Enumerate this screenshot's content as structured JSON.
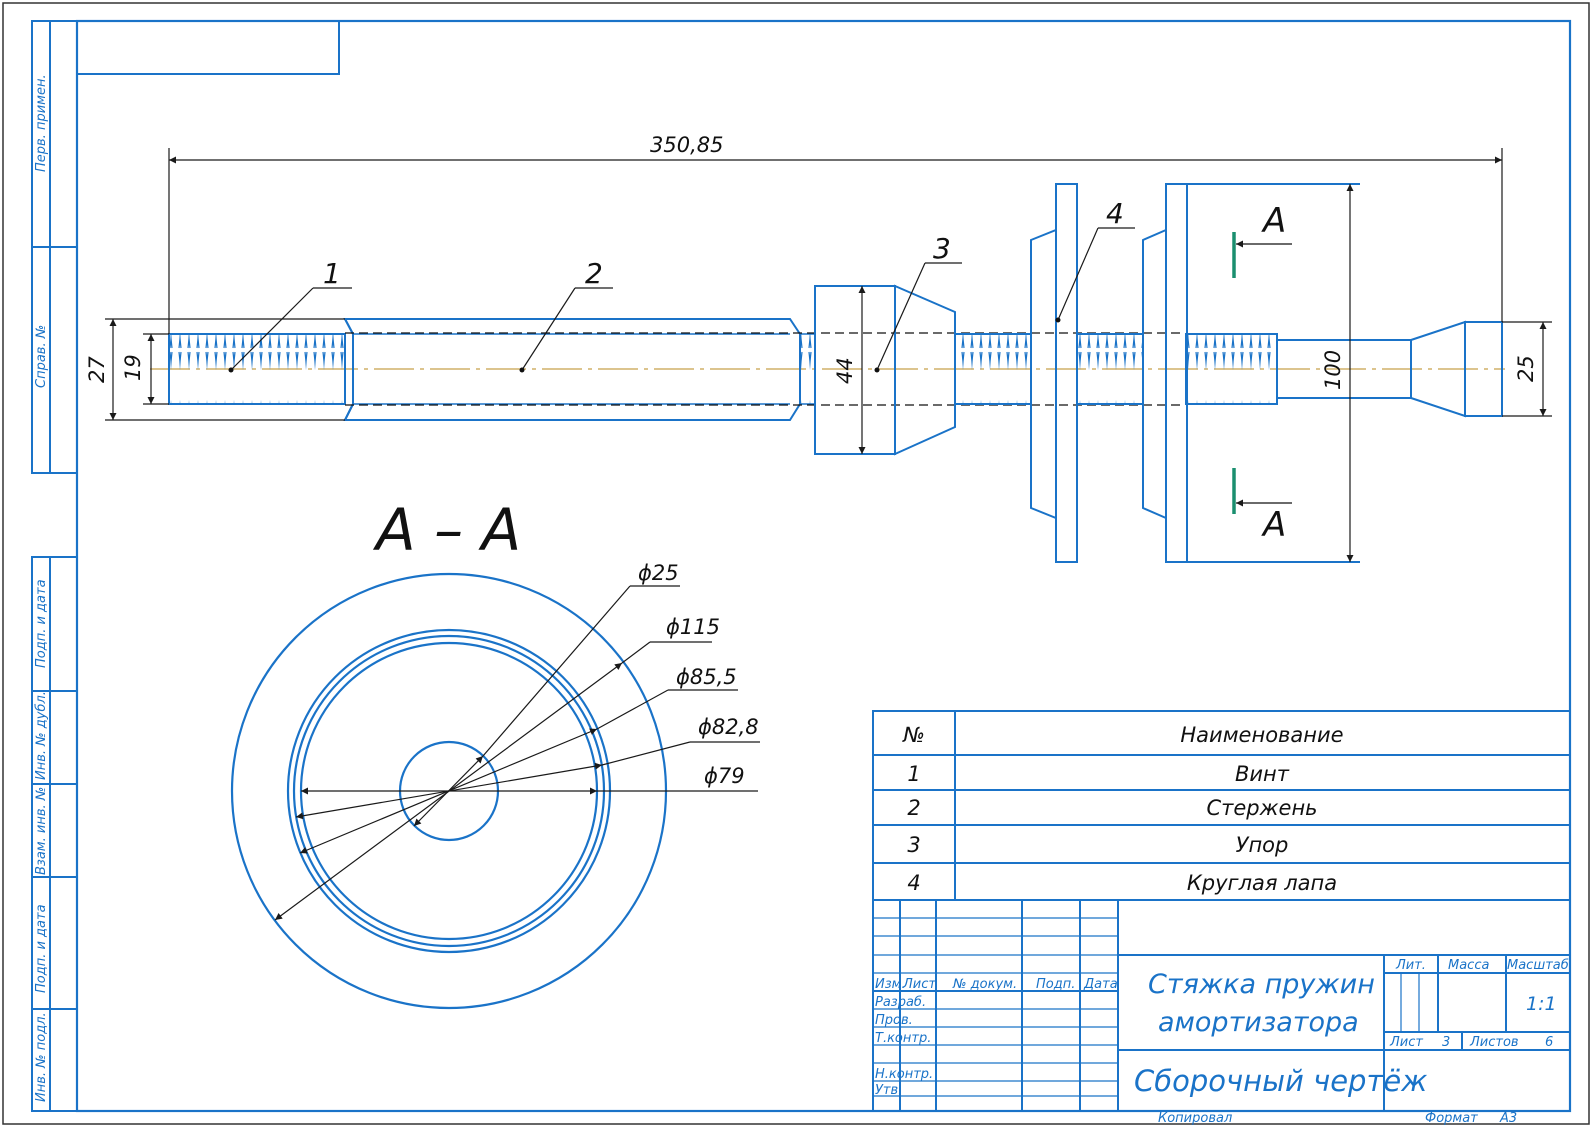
{
  "colors": {
    "line": "#1a73c8",
    "dim": "#1a1a1a",
    "axis": "#c8a04a",
    "cutmark": "#1a8f6f"
  },
  "side_stamp": {
    "perv_primen": "Перв. примен.",
    "sprav_no": "Справ. №",
    "podp_data_1": "Подп. и дата",
    "inv_dubl": "Инв. № дубл.",
    "vzam_inv": "Взам. инв. №",
    "podp_data_2": "Подп. и дата",
    "inv_podl": "Инв. № подл."
  },
  "drawing": {
    "overall_length": "350,85",
    "dia_27": "27",
    "dia_19": "19",
    "dia_44": "44",
    "dia_100": "100",
    "dia_25": "25",
    "callouts": [
      "1",
      "2",
      "3",
      "4"
    ],
    "section_mark": "А",
    "section_title": "А – А",
    "section_dims": [
      "ϕ25",
      "ϕ115",
      "ϕ85,5",
      "ϕ82,8",
      "ϕ79"
    ]
  },
  "parts_table": {
    "header_no": "№",
    "header_name": "Наименование",
    "rows": [
      {
        "no": "1",
        "name": "Винт"
      },
      {
        "no": "2",
        "name": "Стержень"
      },
      {
        "no": "3",
        "name": "Упор"
      },
      {
        "no": "4",
        "name": "Круглая лапа"
      }
    ]
  },
  "title_block": {
    "col_izm": "Изм.",
    "col_list": "Лист",
    "col_doc": "№ докум.",
    "col_podp": "Подп.",
    "col_data": "Дата",
    "razrab": "Разраб.",
    "prov": "Пров.",
    "tkontr": "Т.контр.",
    "nkontr": "Н.контр.",
    "utv": "Утв.",
    "title_line1": "Стяжка пружин",
    "title_line2": "амортизатора",
    "doc_type": "Сборочный чертёж",
    "lit_label": "Лит.",
    "massa_label": "Масса",
    "masshtab_label": "Масштаб",
    "scale": "1:1",
    "sheet_label": "Лист",
    "sheet_no": "3",
    "sheets_label": "Листов",
    "sheets_total": "6",
    "copied": "Копировал",
    "format_label": "Формат",
    "format_value": "А3"
  }
}
